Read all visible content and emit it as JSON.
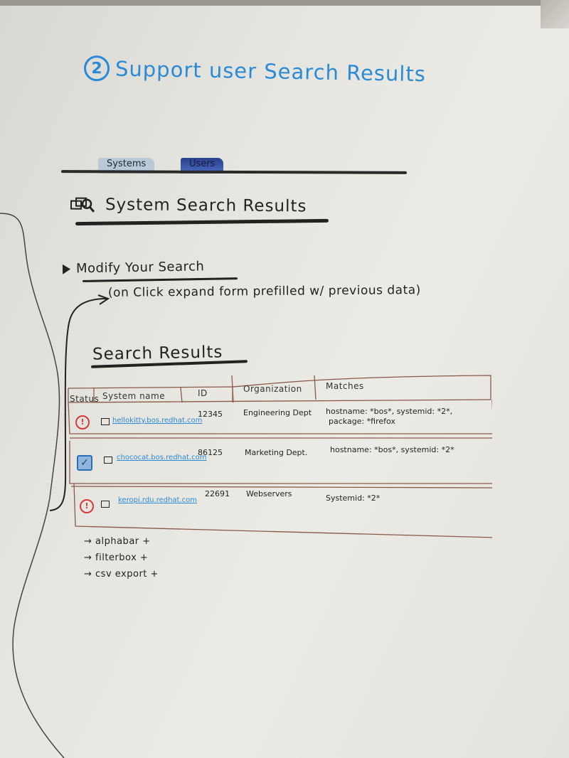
{
  "heading": {
    "number": "2",
    "title": "Support user Search Results"
  },
  "tabs": [
    {
      "label": "Systems"
    },
    {
      "label": "Users"
    }
  ],
  "section_title": "System Search Results",
  "modify": {
    "label": "Modify Your Search",
    "note": "(on Click expand form prefilled w/ previous data)"
  },
  "results_title": "Search Results",
  "table": {
    "headers": [
      "Status",
      "System name",
      "ID",
      "Organization",
      "Matches"
    ],
    "rows": [
      {
        "status": "alert",
        "system": "hellokitty.bos.redhat.com",
        "id": "12345",
        "org": "Engineering Dept",
        "matches": "hostname: *bos*, systemid: *2*,",
        "matches2": "package: *firefox"
      },
      {
        "status": "ok",
        "system": "chococat.bos.redhat.com",
        "id": "86125",
        "org": "Marketing Dept.",
        "matches": "hostname: *bos*, systemid: *2*",
        "matches2": ""
      },
      {
        "status": "alert",
        "system": "keropi.rdu.redhat.com",
        "id": "22691",
        "org": "Webservers",
        "matches": "Systemid: *2*",
        "matches2": ""
      }
    ]
  },
  "footer_items": [
    "→ alphabar +",
    "→ filterbox +",
    "→ csv export +"
  ],
  "colors": {
    "marker_blue": "#2b8ad6",
    "marker_black": "#222222",
    "marker_red": "#d43a3a",
    "table_brown": "#8a5a48"
  }
}
